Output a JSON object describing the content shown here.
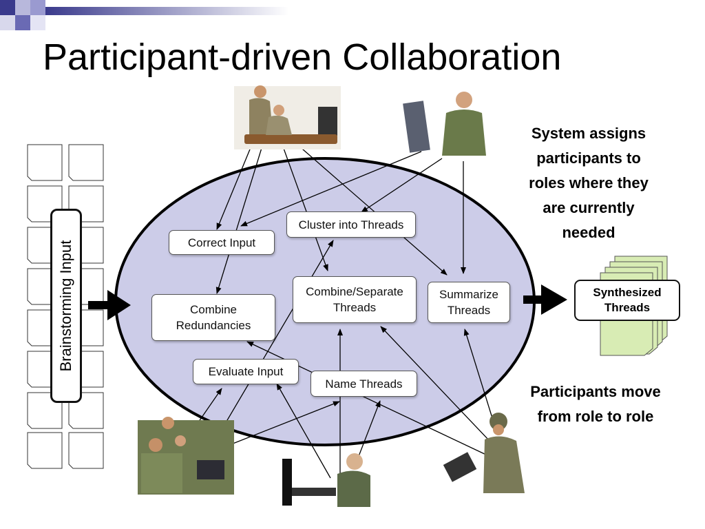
{
  "slide": {
    "title": "Participant-driven Collaboration"
  },
  "input": {
    "label": "Brainstorming Input"
  },
  "roles": {
    "correct_input": "Correct Input",
    "cluster_into_threads": "Cluster into Threads",
    "combine_separate_threads": "Combine/Separate Threads",
    "summarize_threads": "Summarize Threads",
    "combine_redundancies": "Combine Redundancies",
    "evaluate_input": "Evaluate Input",
    "name_threads": "Name Threads"
  },
  "output": {
    "label": "Synthesized Threads"
  },
  "notes": {
    "system_assigns": "System assigns\nparticipants to\nroles where they\nare currently\nneeded",
    "participants_move": "Participants move\nfrom role to role"
  },
  "colors": {
    "ellipse_fill": "#cccce8",
    "doc_stack_fill": "#d8ecb4",
    "corner_accent": "#3a3a8c"
  }
}
